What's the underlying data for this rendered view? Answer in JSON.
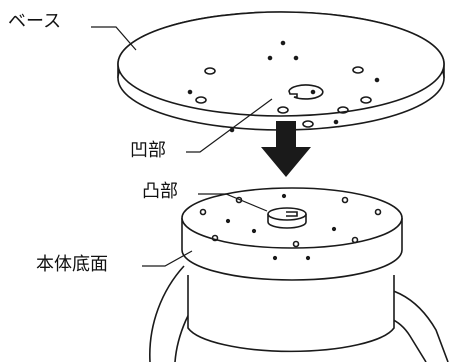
{
  "labels": {
    "base": "ベース",
    "concave": "凹部",
    "convex": "凸部",
    "body_bottom": "本体底面"
  },
  "colors": {
    "stroke": "#1a1a1a",
    "arrow": "#1a1a1a",
    "background": "#ffffff"
  }
}
